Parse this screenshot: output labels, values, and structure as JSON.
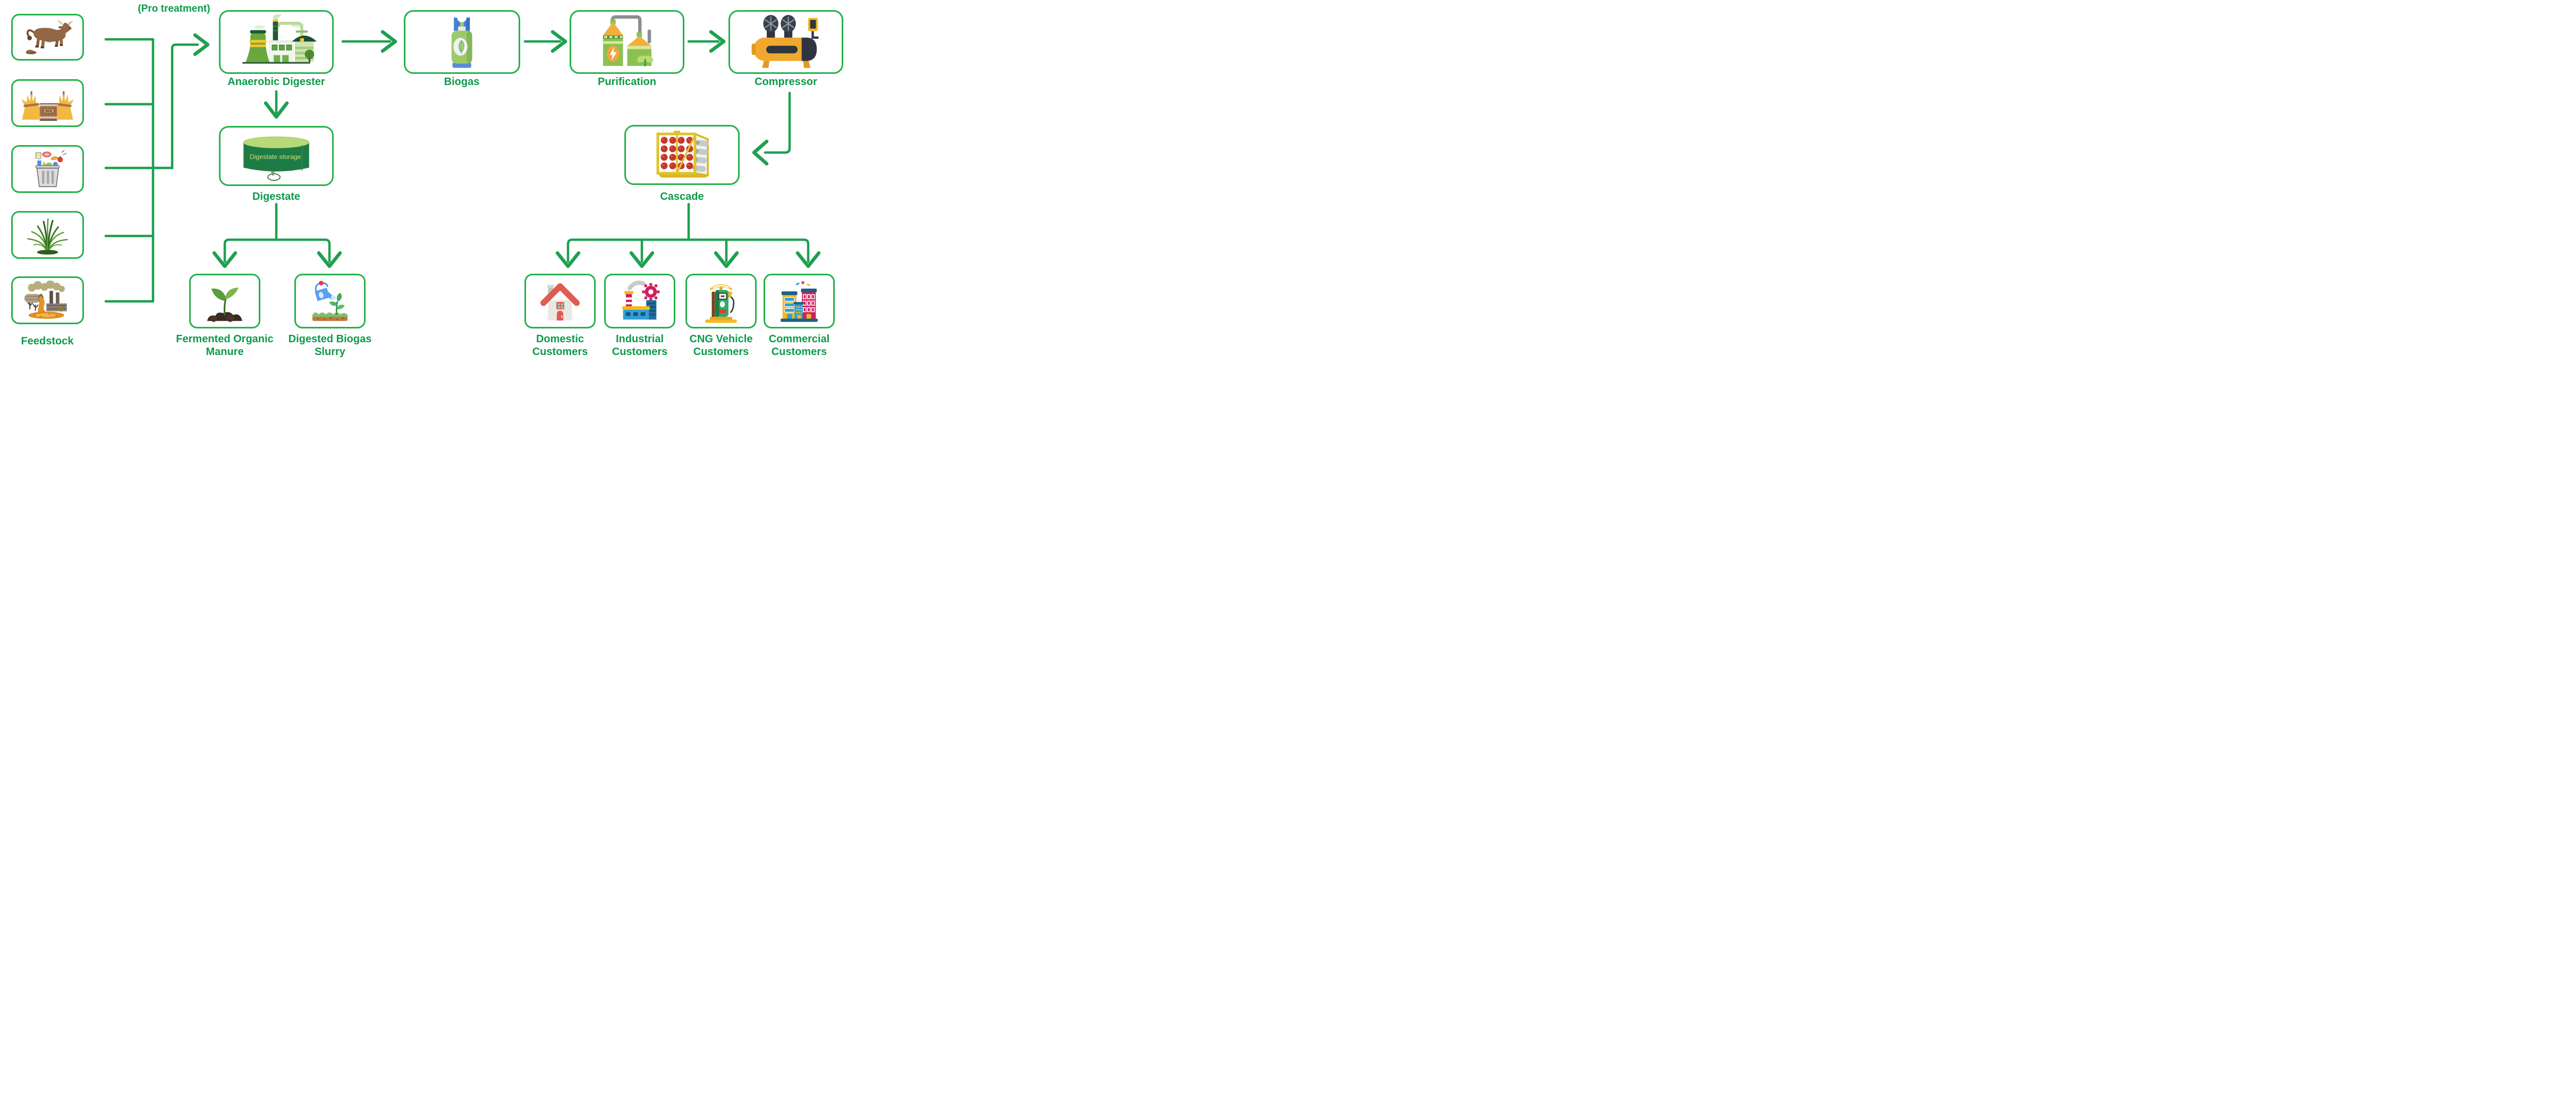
{
  "colors": {
    "line": "#1ea050",
    "border": "#25b14c",
    "label": "#0d9a49",
    "tank_text": "#cfe17a"
  },
  "annotations": {
    "pretreatment": "(Pro treatment)"
  },
  "feedstock": {
    "label": "Feedstock",
    "items": [
      {
        "name": "cattle-manure",
        "icon": "cow-icon"
      },
      {
        "name": "rice-straw",
        "icon": "hay-rice-icon",
        "rice_text": "RICE"
      },
      {
        "name": "food-waste",
        "icon": "trash-bin-icon"
      },
      {
        "name": "grass",
        "icon": "grass-icon"
      },
      {
        "name": "industrial-waste",
        "icon": "industrial-waste-icon"
      }
    ]
  },
  "process": {
    "anaerobic_digester": {
      "label": "Anaerobic Digester",
      "icon": "biogas-plant-icon"
    },
    "biogas": {
      "label": "Biogas",
      "icon": "gas-canister-leaf-icon"
    },
    "purification": {
      "label": "Purification",
      "icon": "refinery-icon"
    },
    "compressor": {
      "label": "Compressor",
      "icon": "air-compressor-icon"
    },
    "cascade": {
      "label": "Cascade",
      "icon": "cng-cylinder-rack-icon"
    },
    "digestate": {
      "label": "Digestate",
      "icon": "storage-tank-icon",
      "tank_text": "Digestate storage"
    }
  },
  "products": [
    {
      "label": "Fermented Organic Manure",
      "icon": "seedling-icon"
    },
    {
      "label": "Digested Biogas Slurry",
      "icon": "watering-plant-icon"
    }
  ],
  "customers": [
    {
      "label": "Domestic Customers",
      "icon": "house-icon"
    },
    {
      "label": "Industrial Customers",
      "icon": "factory-icon"
    },
    {
      "label": "CNG Vehicle Customers",
      "icon": "fuel-pump-icon"
    },
    {
      "label": "Commercial Customers",
      "icon": "buildings-icon"
    }
  ]
}
